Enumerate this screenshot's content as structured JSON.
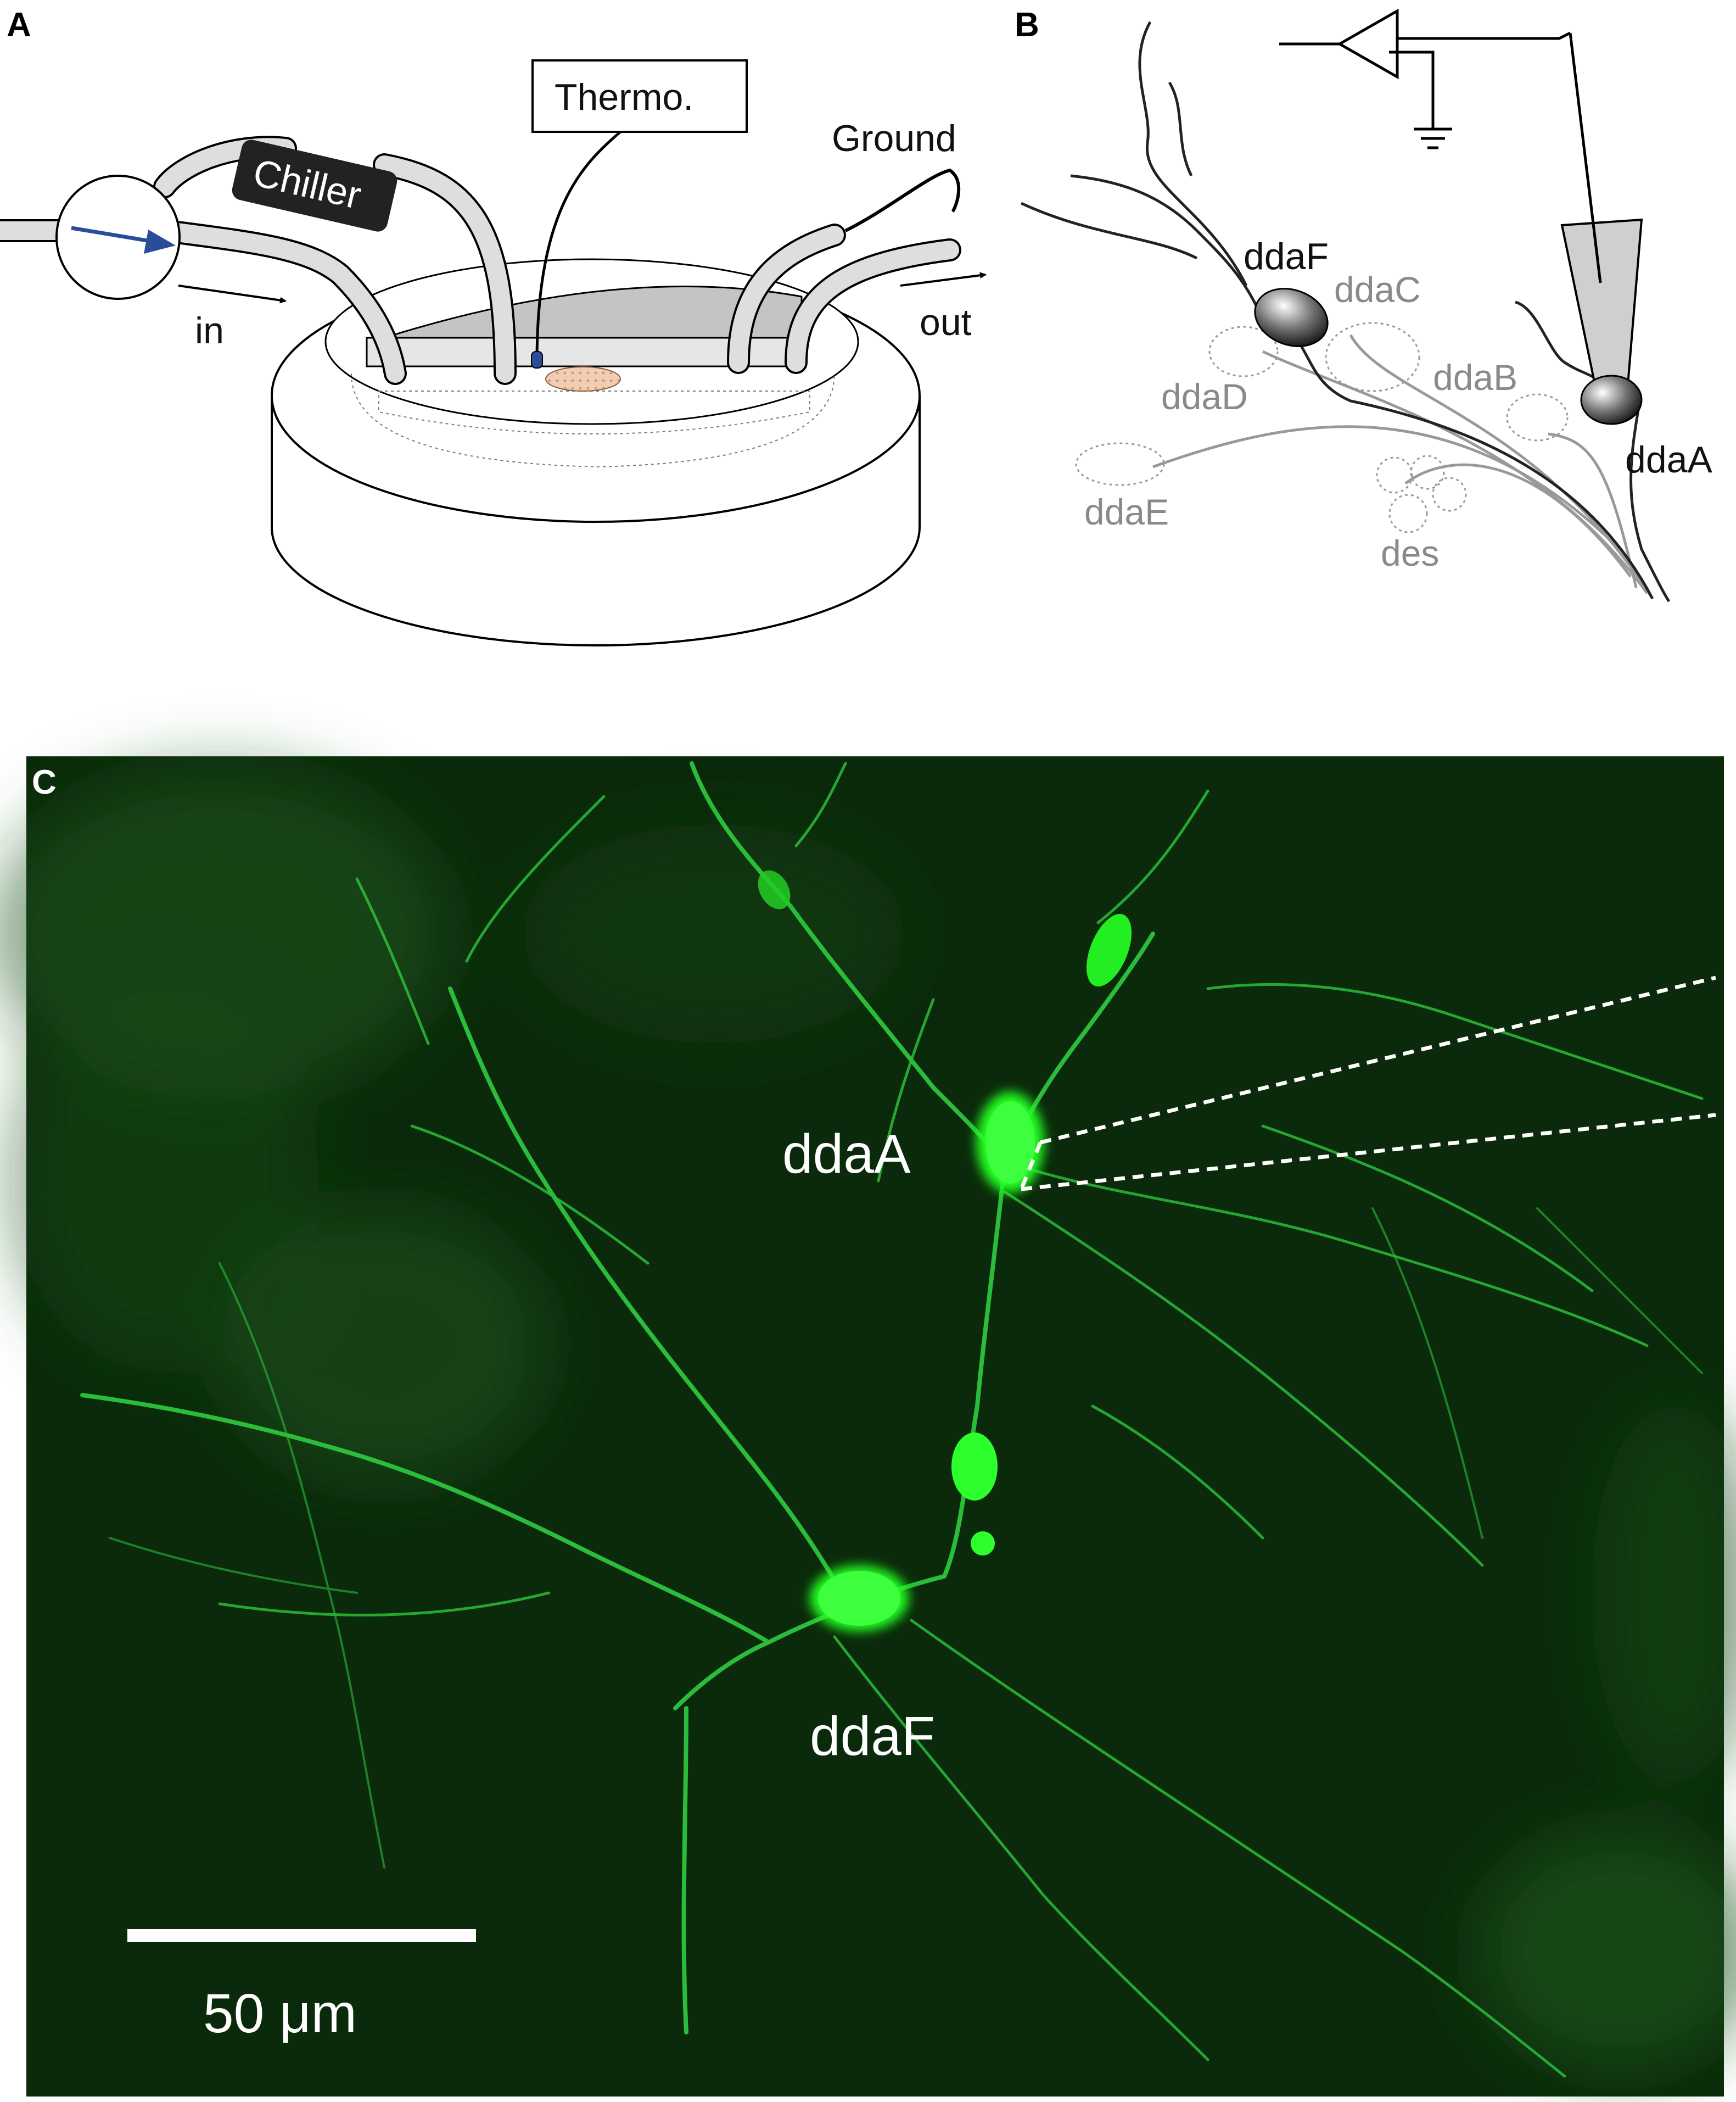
{
  "panels": {
    "a": {
      "letter": "A",
      "chiller": "Chiller",
      "thermo": "Thermo.",
      "ground": "Ground",
      "inflow": "in",
      "outflow": "out"
    },
    "b": {
      "letter": "B",
      "neurons": {
        "ddaF": "ddaF",
        "ddaA": "ddaA",
        "ddaC": "ddaC",
        "ddaD": "ddaD",
        "ddaB": "ddaB",
        "ddaE": "ddaE",
        "des": "des"
      }
    },
    "c": {
      "letter": "C",
      "ddaA": "ddaA",
      "ddaF": "ddaF",
      "scale_bar": "50 μm"
    }
  },
  "colors": {
    "fluor_green": "#22ff22",
    "background_green": "#0b2a0b",
    "recorded_neuron": "#111111",
    "other_neurons": "#999999",
    "flow_arrow": "#2a4d9a"
  }
}
